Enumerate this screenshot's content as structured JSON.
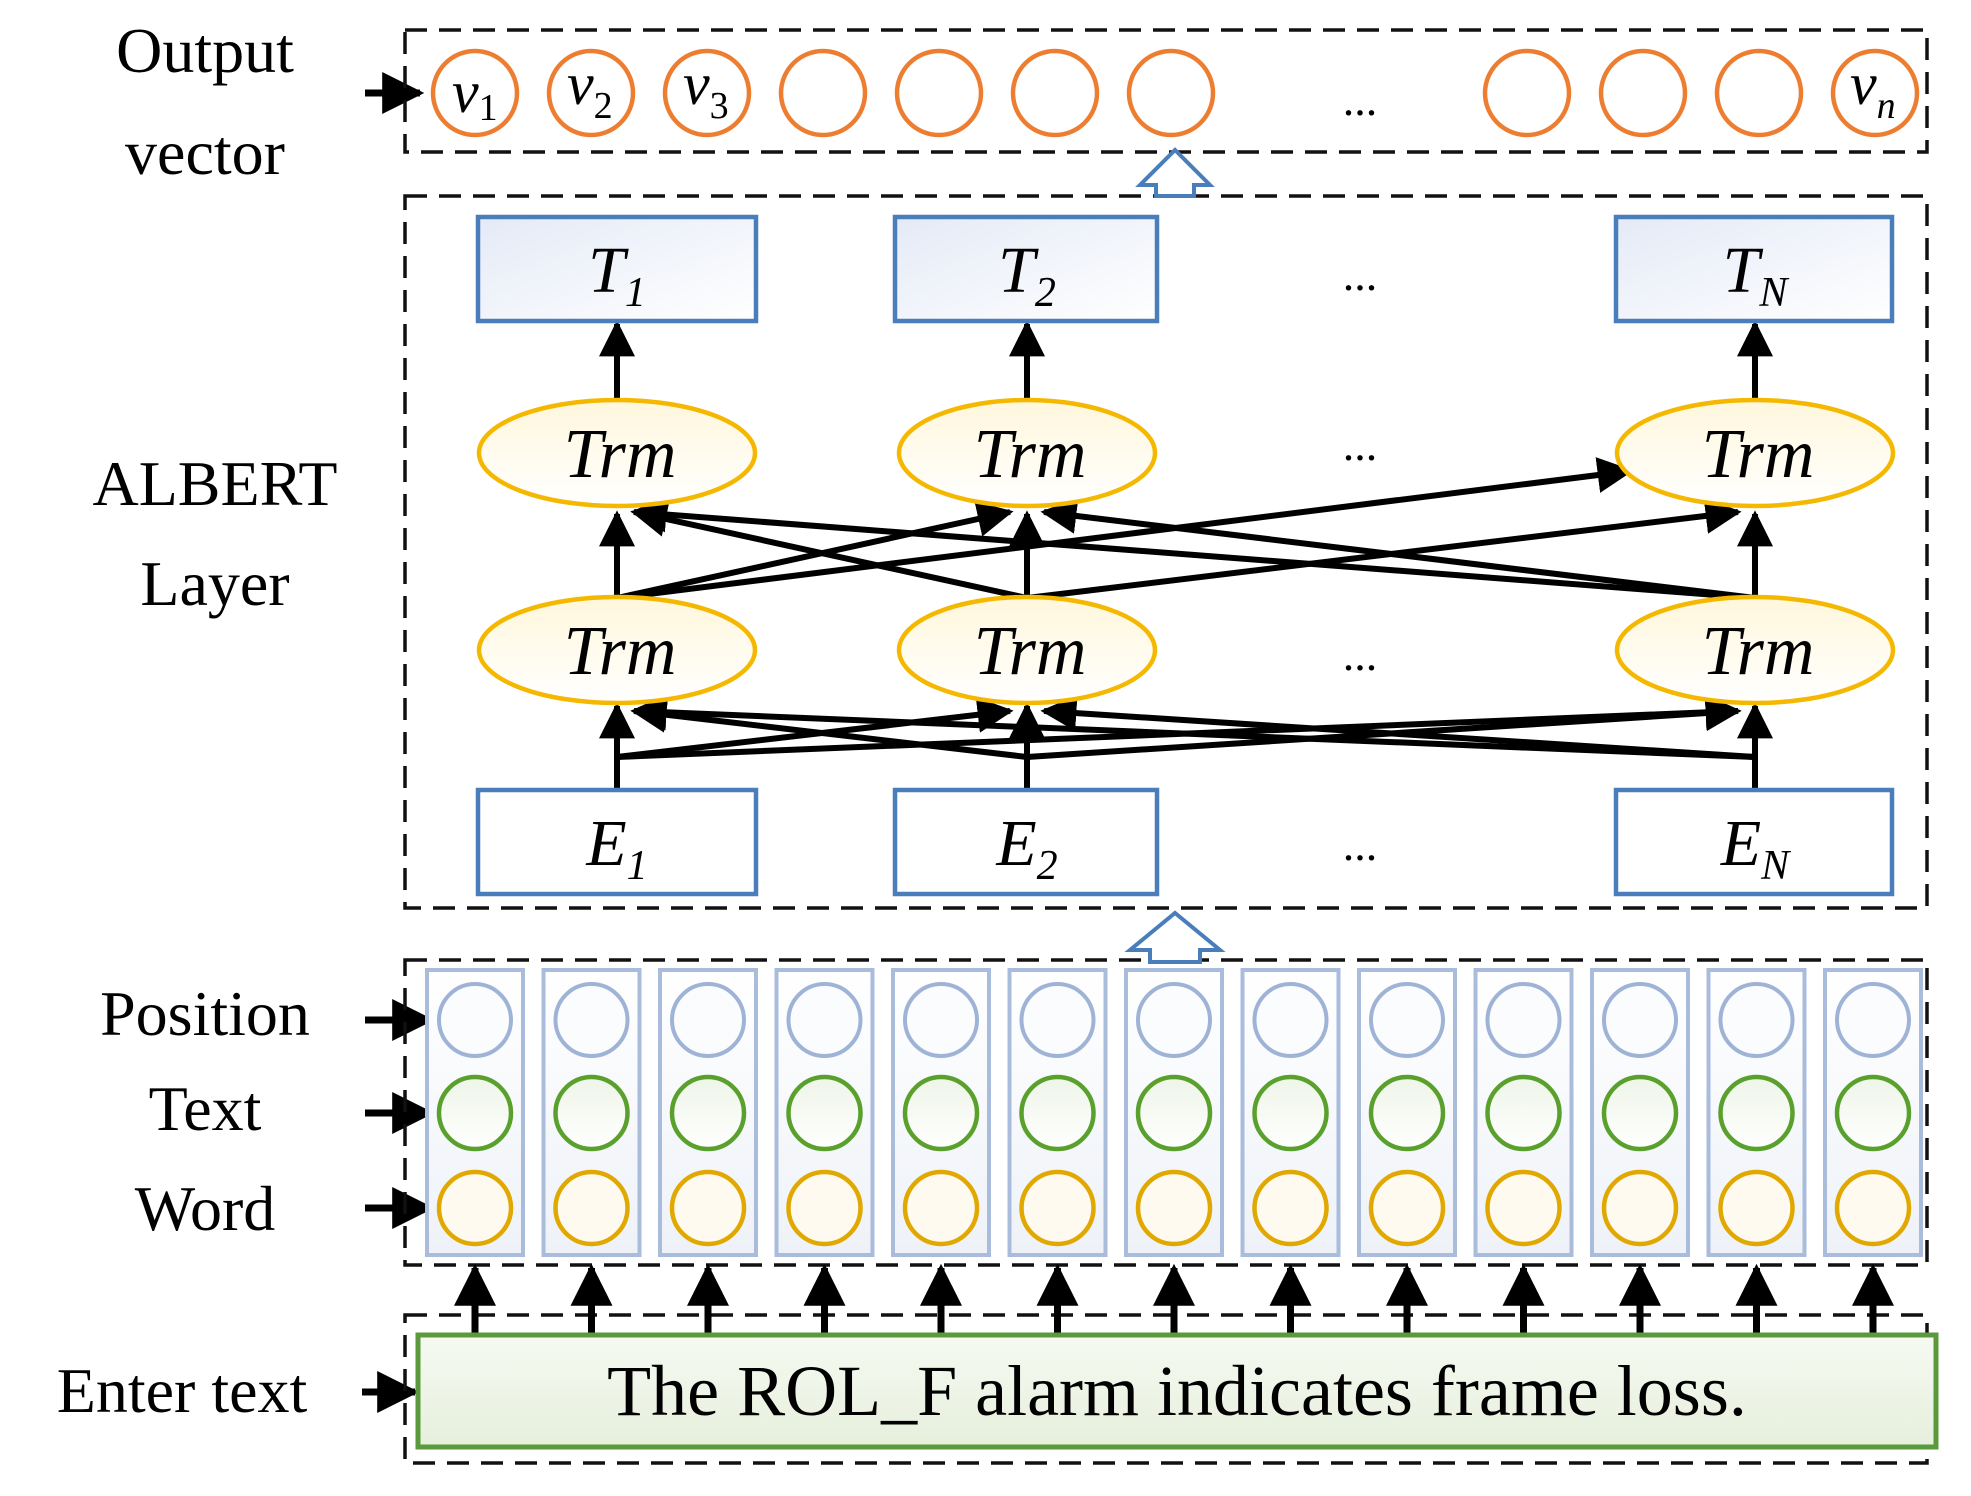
{
  "labels": {
    "output_line1": "Output",
    "output_line2": "vector",
    "albert_line1": "ALBERT",
    "albert_line2": "Layer",
    "position": "Position",
    "text": "Text",
    "word": "Word",
    "enter_text": "Enter text"
  },
  "output": {
    "v1": "v",
    "v1_sub": "1",
    "v2": "v",
    "v2_sub": "2",
    "v3": "v",
    "v3_sub": "3",
    "vn": "v",
    "vn_sub": "n",
    "ellipsis": "..."
  },
  "albert": {
    "t1": "T",
    "t1_sub": "1",
    "t2": "T",
    "t2_sub": "2",
    "tn": "T",
    "tn_sub": "N",
    "trm": "Trm",
    "e1": "E",
    "e1_sub": "1",
    "e2": "E",
    "e2_sub": "2",
    "en": "E",
    "en_sub": "N",
    "ellipsis": "..."
  },
  "input_sentence": "The ROL_F alarm indicates frame loss.",
  "colors": {
    "output_circle": "#ed7d31",
    "blue_box": "#4a7ebb",
    "trm_ellipse": "#f5b800",
    "position_circle": "#9fb3d6",
    "text_circle": "#5aa02c",
    "word_circle": "#e0a800",
    "input_box": "#5a9a3c"
  }
}
